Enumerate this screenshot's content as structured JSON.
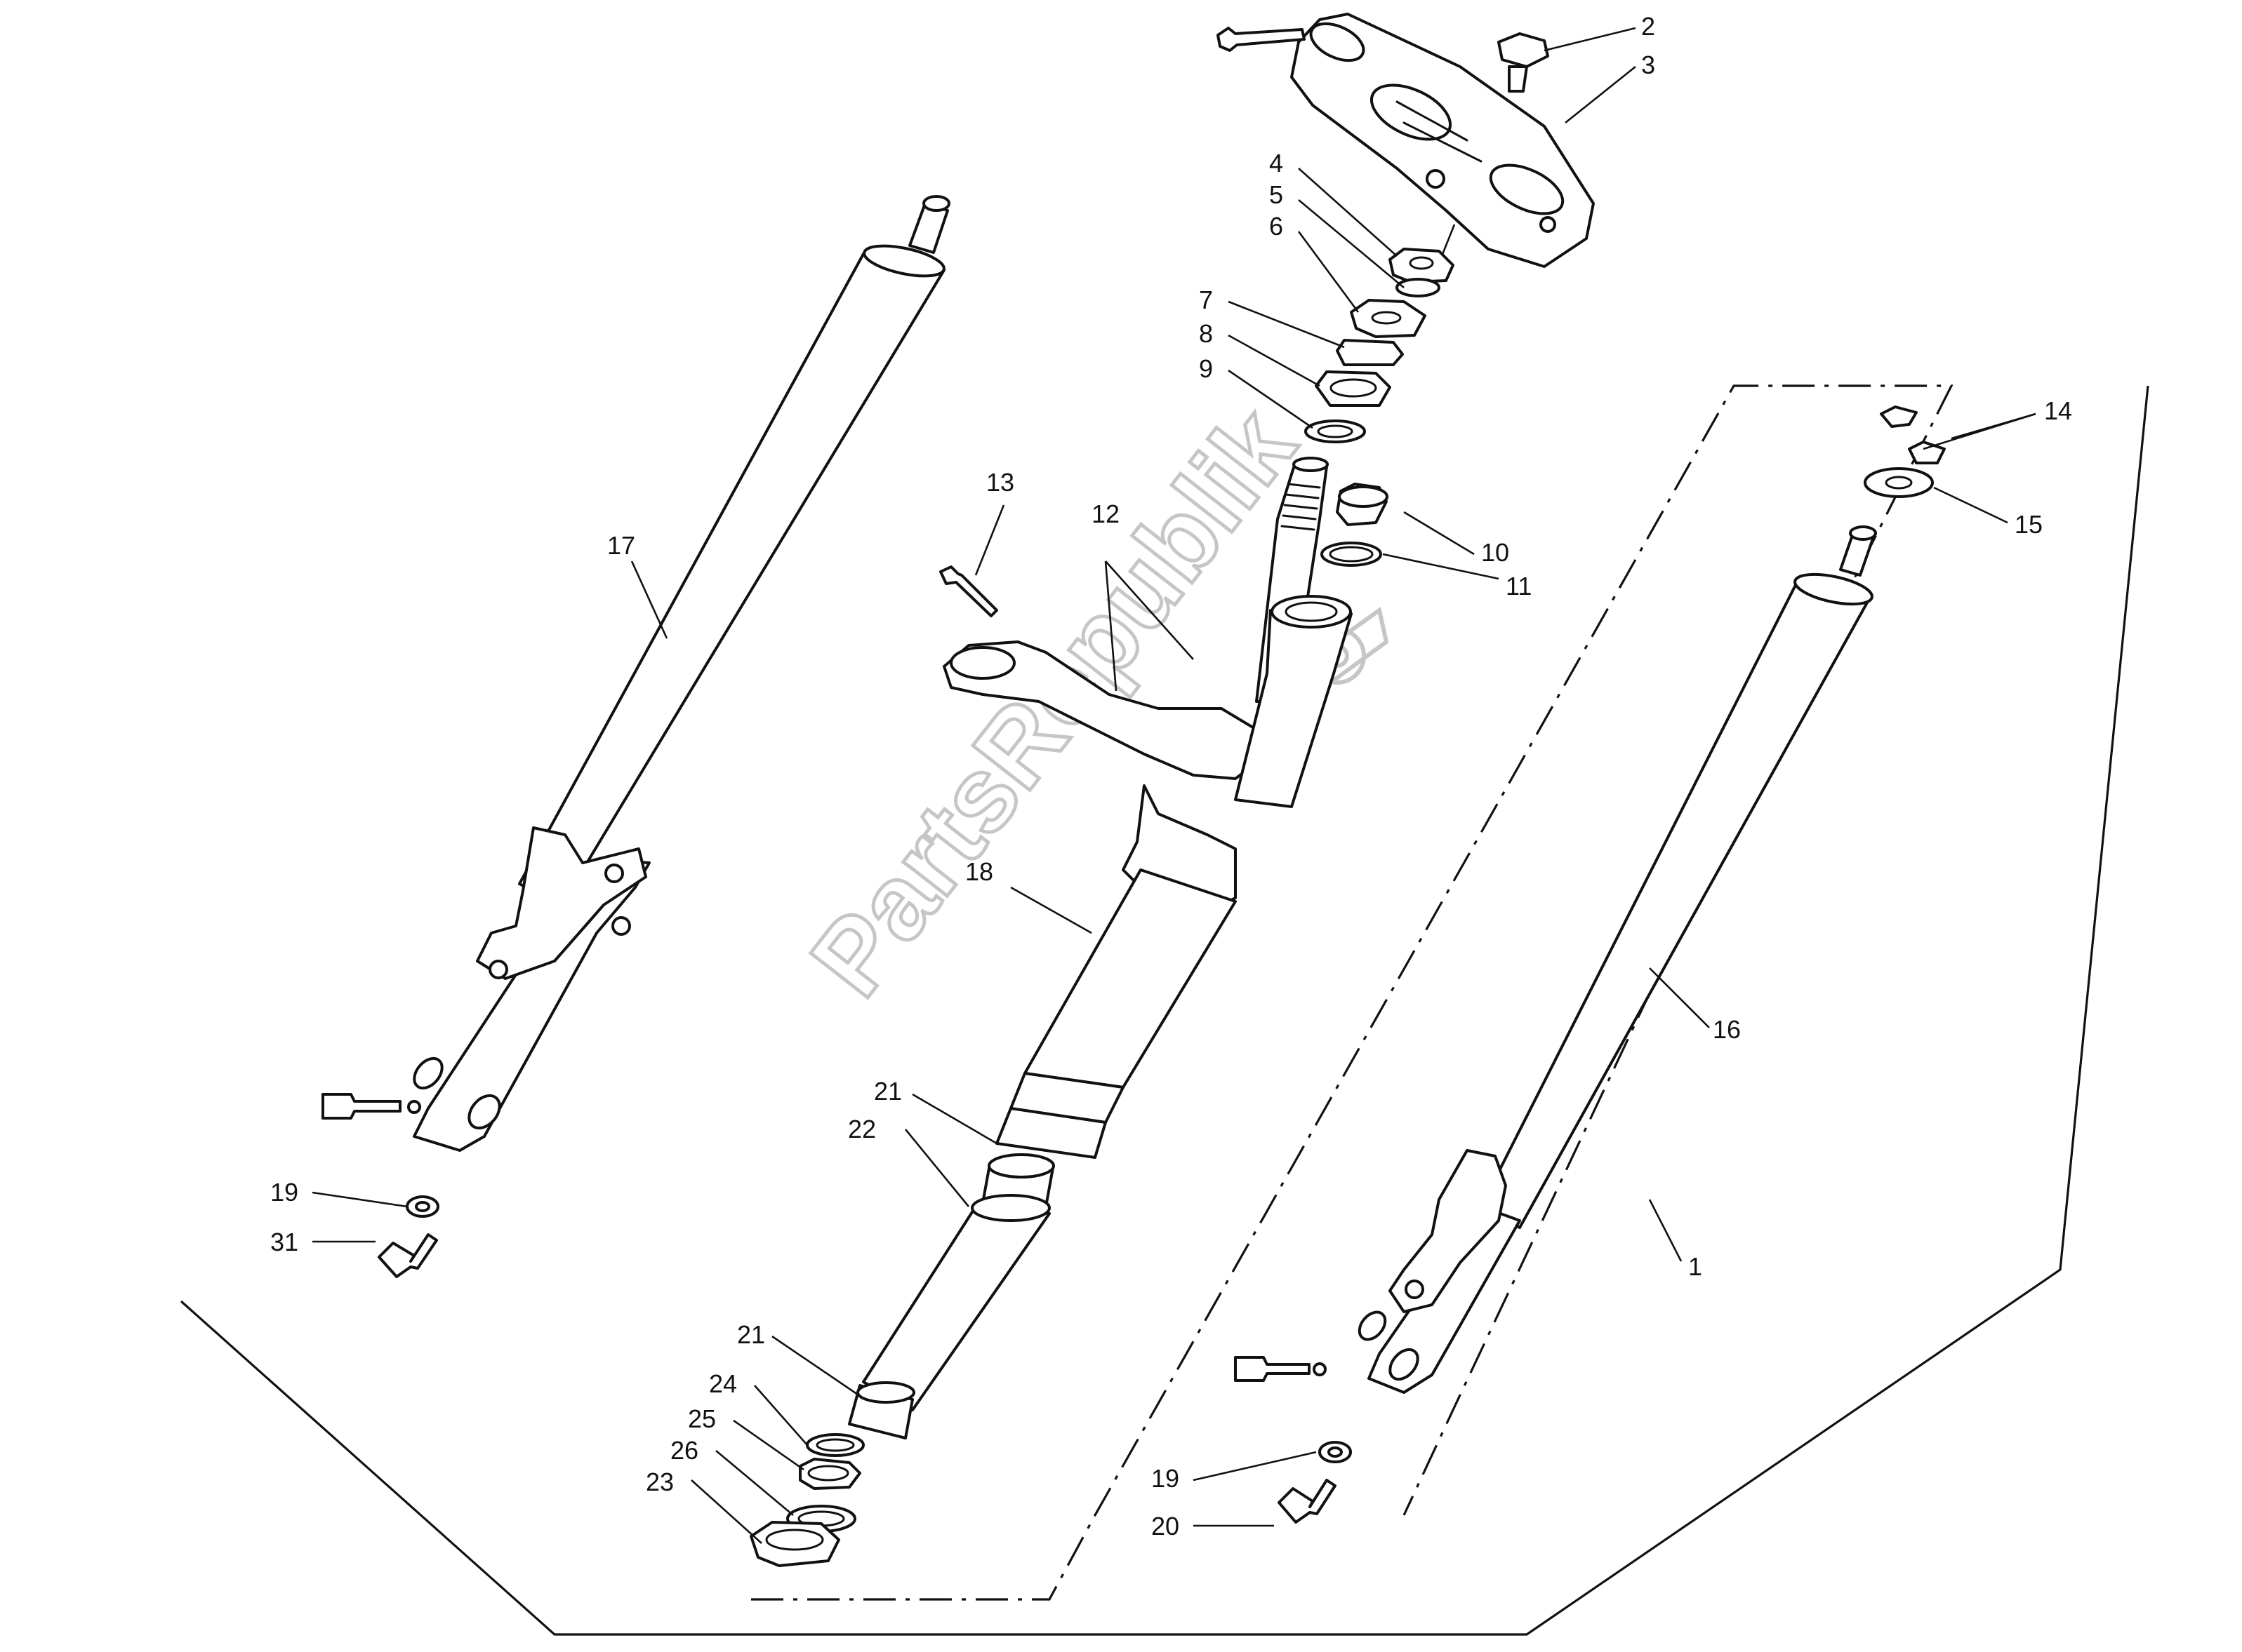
{
  "watermark": "PartsRepublik",
  "callouts": {
    "c1": "1",
    "c2": "2",
    "c3": "3",
    "c4": "4",
    "c5": "5",
    "c6": "6",
    "c7": "7",
    "c8": "8",
    "c9": "9",
    "c10": "10",
    "c11": "11",
    "c12": "12",
    "c13": "13",
    "c14": "14",
    "c15": "15",
    "c16": "16",
    "c17": "17",
    "c18": "18",
    "c19a": "19",
    "c19b": "19",
    "c20": "20",
    "c21a": "21",
    "c21b": "21",
    "c22": "22",
    "c23": "23",
    "c24": "24",
    "c25": "25",
    "c26": "26",
    "c31": "31"
  }
}
